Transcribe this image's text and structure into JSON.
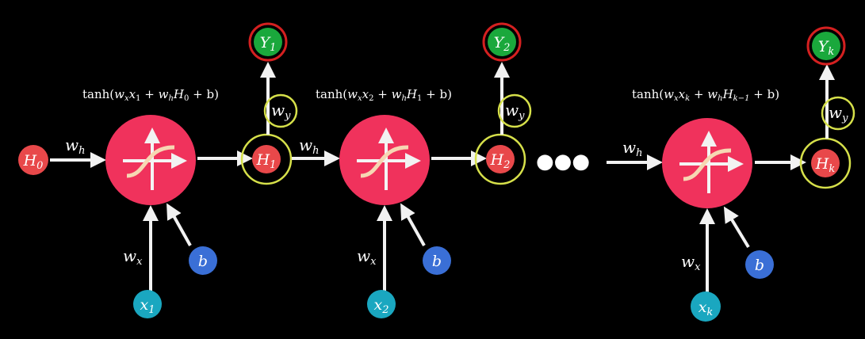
{
  "colors": {
    "background": "#000000",
    "cell": "#f0325c",
    "hidden": "#e8484a",
    "output": "#1aa83c",
    "input": "#1aa7c0",
    "bias": "#3a6fd6",
    "output_ring": "#d42020",
    "weight_ring": "#d6e04a",
    "arrow": "#f2f2f2"
  },
  "diagram": {
    "title": "Unrolled RNN",
    "initial_hidden": {
      "base": "H",
      "sub": "0"
    },
    "initial_weight": {
      "base": "w",
      "sub": "h"
    },
    "ellipsis": "●●●",
    "cells": [
      {
        "formula": "tanh(w x x 1 + w h H 0 + b)",
        "formula_parts": {
          "x_sub": "1",
          "h_prev_sub": "0"
        },
        "hidden": {
          "base": "H",
          "sub": "1"
        },
        "output": {
          "base": "Y",
          "sub": "1"
        },
        "input": {
          "base": "x",
          "sub": "1"
        },
        "bias": "b",
        "wx": {
          "base": "w",
          "sub": "x"
        },
        "wy": {
          "base": "w",
          "sub": "y"
        },
        "wh_out": {
          "base": "w",
          "sub": "h"
        }
      },
      {
        "formula_parts": {
          "x_sub": "2",
          "h_prev_sub": "1"
        },
        "hidden": {
          "base": "H",
          "sub": "2"
        },
        "output": {
          "base": "Y",
          "sub": "2"
        },
        "input": {
          "base": "x",
          "sub": "2"
        },
        "bias": "b",
        "wx": {
          "base": "w",
          "sub": "x"
        },
        "wy": {
          "base": "w",
          "sub": "y"
        }
      },
      {
        "formula_parts": {
          "x_sub": "k",
          "h_prev_sub": "k−1"
        },
        "hidden": {
          "base": "H",
          "sub": "k"
        },
        "output": {
          "base": "Y",
          "sub": "k"
        },
        "input": {
          "base": "x",
          "sub": "k"
        },
        "bias": "b",
        "wx": {
          "base": "w",
          "sub": "x"
        },
        "wy": {
          "base": "w",
          "sub": "y"
        },
        "wh_in": {
          "base": "w",
          "sub": "h"
        }
      }
    ],
    "formula_text": {
      "tanh": "tanh(",
      "plus": " + ",
      "close": " + b)"
    }
  }
}
